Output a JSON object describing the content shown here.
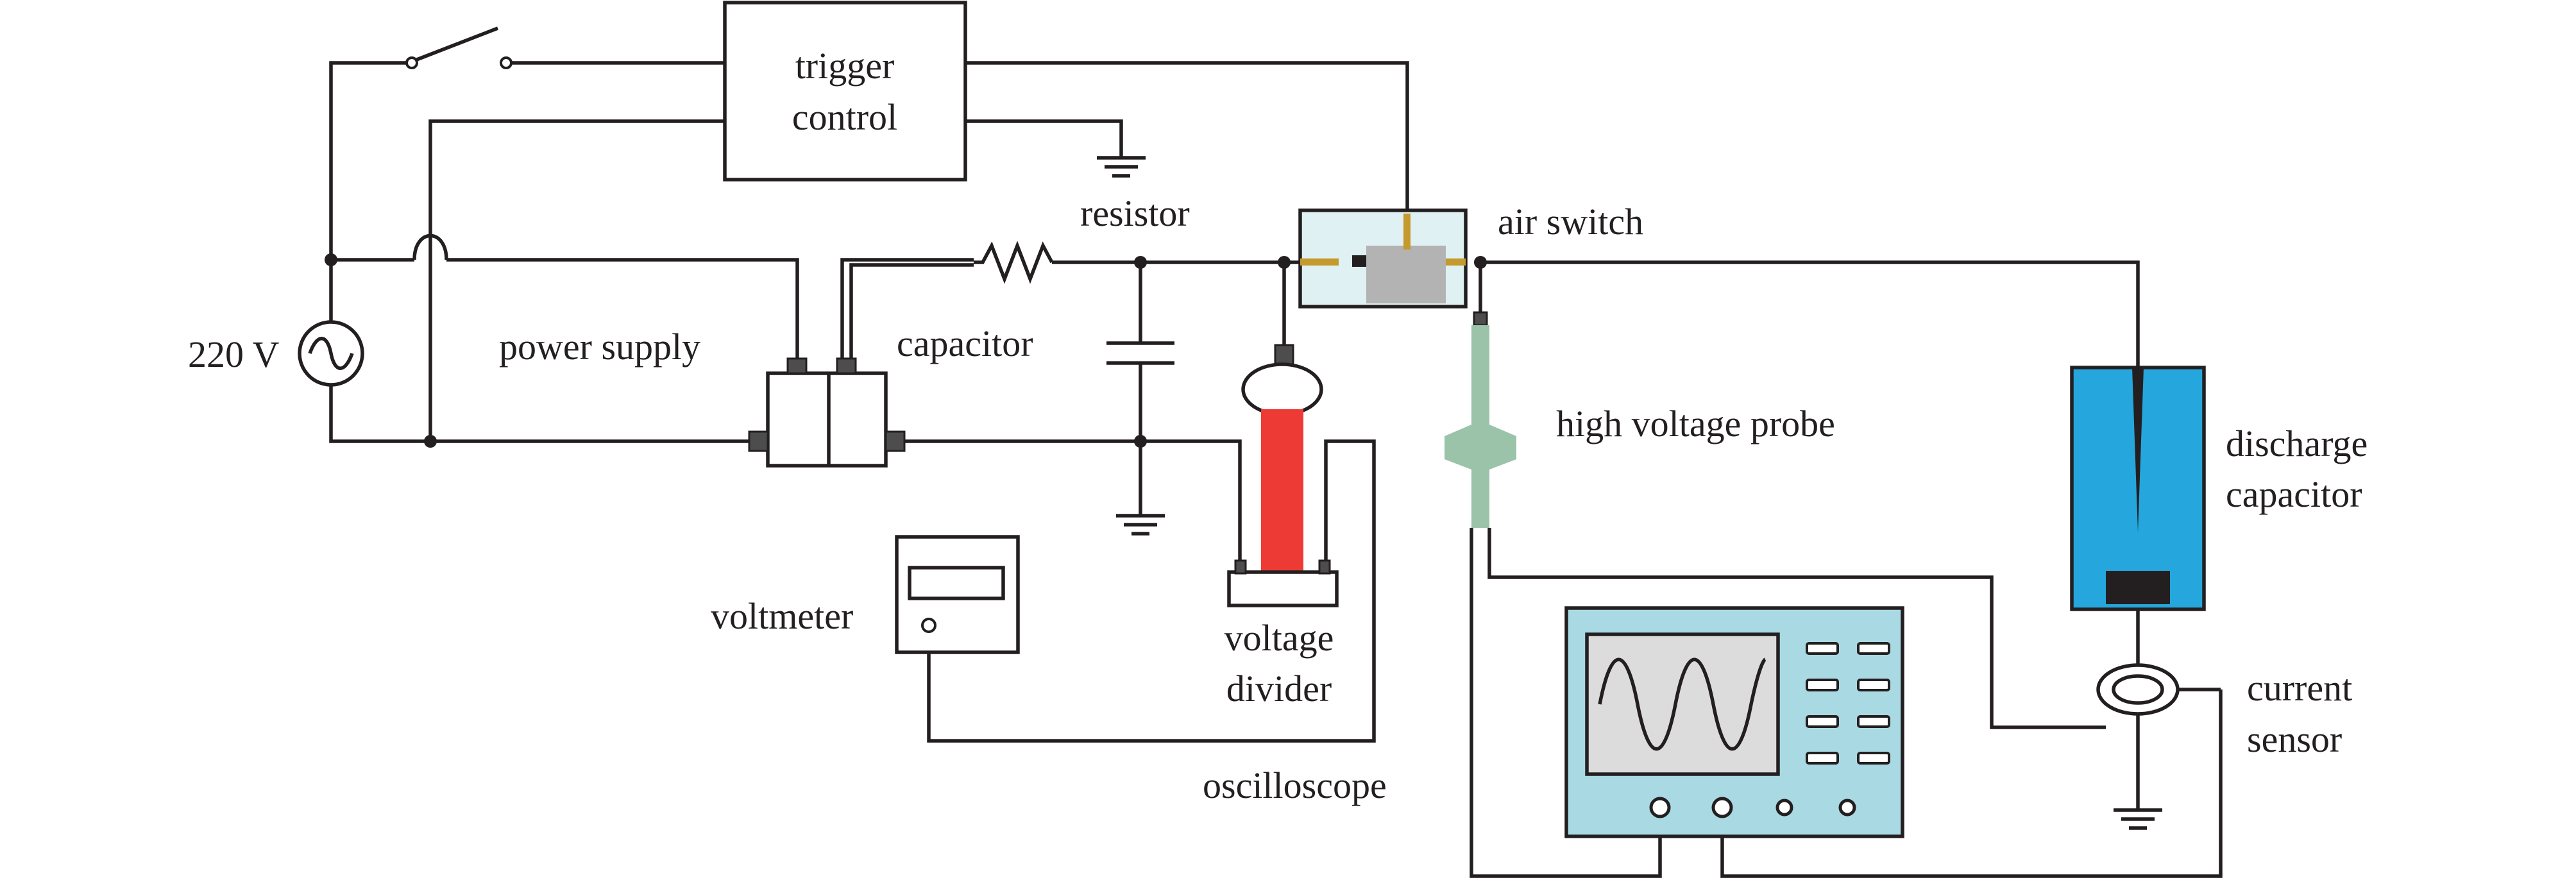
{
  "labels": {
    "trigger_line1": "trigger",
    "trigger_line2": "control",
    "resistor": "resistor",
    "air_switch": "air switch",
    "source_voltage": "220 V",
    "power_supply": "power supply",
    "capacitor": "capacitor",
    "high_voltage_probe": "high voltage probe",
    "discharge_line1": "discharge",
    "discharge_line2": "capacitor",
    "voltmeter": "voltmeter",
    "divider_line1": "voltage",
    "divider_line2": "divider",
    "oscilloscope": "oscilloscope",
    "current_line1": "current",
    "current_line2": "sensor"
  },
  "colors": {
    "wire": "#231f20",
    "air_switch_fill": "#dff1f3",
    "air_switch_block": "#b3b3b3",
    "divider_column": "#ee3a35",
    "probe": "#9bc3aa",
    "discharge_capacitor": "#25a7dd",
    "oscilloscope_body": "#a9d9e3",
    "oscilloscope_screen": "#dcdcdc"
  }
}
